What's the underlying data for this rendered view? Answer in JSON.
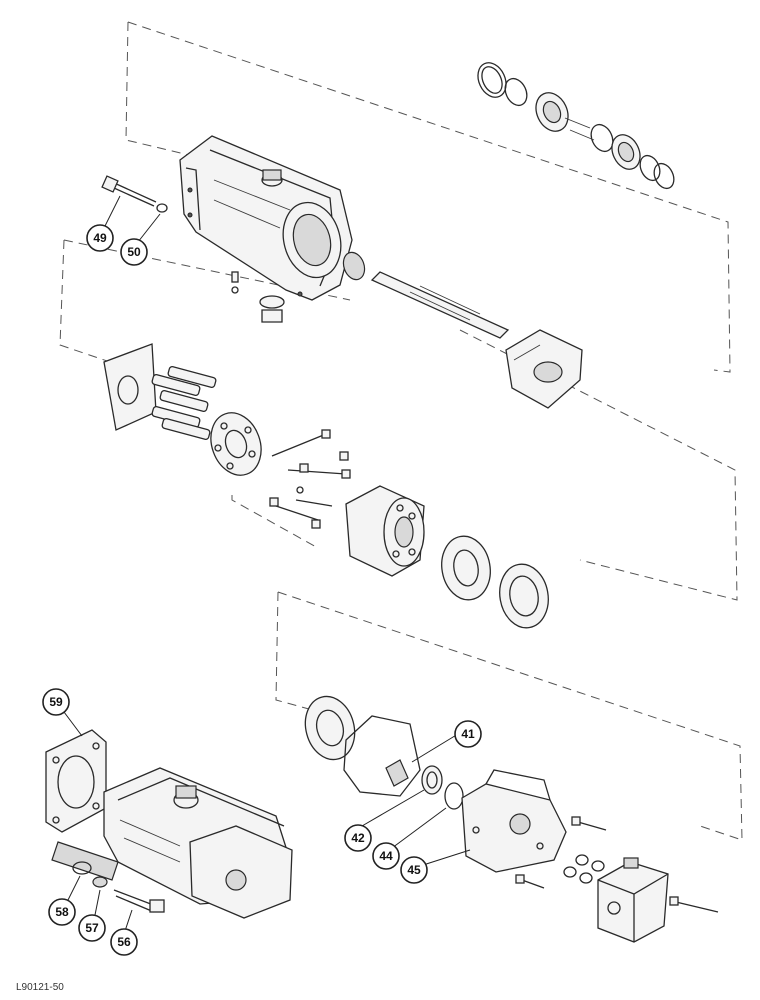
{
  "diagram_code": "L90121-50",
  "callouts": [
    {
      "id": "c49",
      "label": "49"
    },
    {
      "id": "c50",
      "label": "50"
    },
    {
      "id": "c59",
      "label": "59"
    },
    {
      "id": "c41",
      "label": "41"
    },
    {
      "id": "c42",
      "label": "42"
    },
    {
      "id": "c44",
      "label": "44"
    },
    {
      "id": "c45",
      "label": "45"
    },
    {
      "id": "c58",
      "label": "58"
    },
    {
      "id": "c57",
      "label": "57"
    },
    {
      "id": "c56",
      "label": "56"
    }
  ]
}
